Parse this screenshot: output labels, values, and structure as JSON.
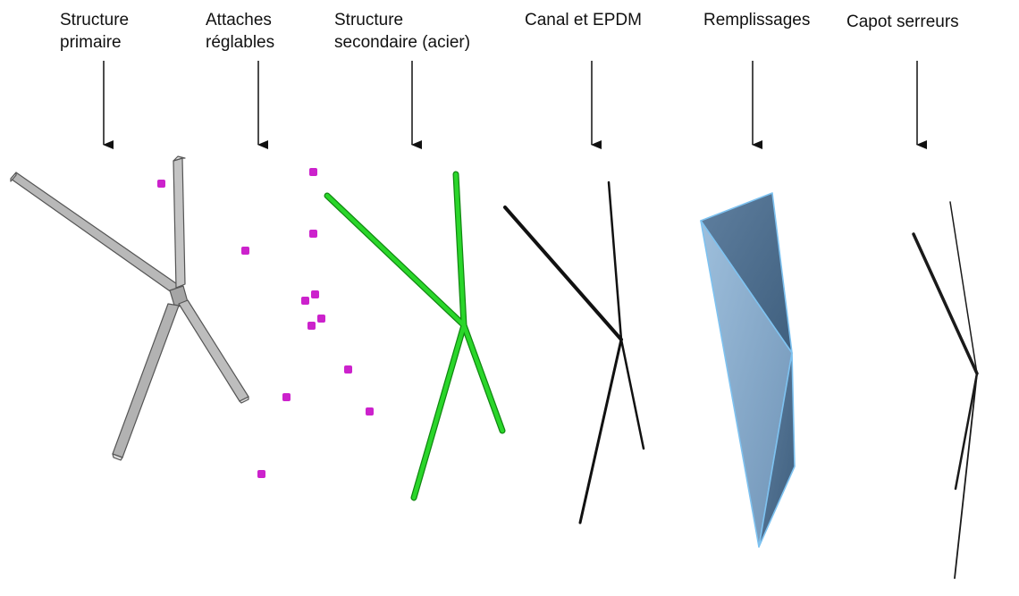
{
  "layers": [
    {
      "id": "primary",
      "lines": [
        "Structure",
        "primaire"
      ]
    },
    {
      "id": "brackets",
      "lines": [
        "Attaches",
        "réglables"
      ]
    },
    {
      "id": "secondary",
      "lines": [
        "Structure",
        "secondaire (acier)"
      ]
    },
    {
      "id": "channel",
      "lines": [
        "Canal et  EPDM"
      ]
    },
    {
      "id": "infill",
      "lines": [
        "Remplissages"
      ]
    },
    {
      "id": "cover",
      "lines": [
        "Capot serreurs"
      ]
    }
  ],
  "colors": {
    "text": "#111111",
    "arrow": "#111111",
    "primary_frame": "#b5b5b5",
    "primary_edge": "#555555",
    "brackets": "#cc22cc",
    "secondary": "#22cc22",
    "secondary_edge": "#118811",
    "channel": "#111111",
    "infill_light": "#8fb3d3",
    "infill_dark": "#4d6f8f",
    "infill_edge": "#7ec2f0",
    "cover": "#1a1a1a"
  }
}
